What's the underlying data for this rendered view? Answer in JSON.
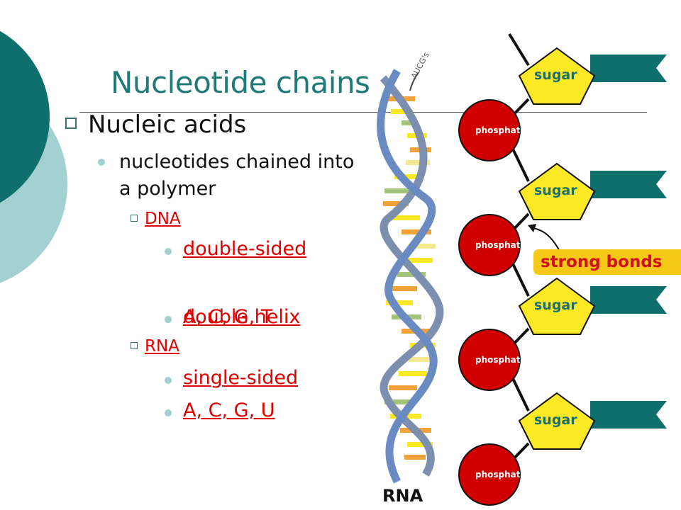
{
  "slide": {
    "title": "Nucleotide chains",
    "heading": "Nucleic acids",
    "subpoint": "nucleotides chained into a polymer",
    "groups": [
      {
        "label": "DNA",
        "items": [
          "double-sided",
          "double helix",
          "A, C, G, T"
        ]
      },
      {
        "label": "RNA",
        "items": [
          "single-sided",
          "A, C, G, U"
        ]
      }
    ]
  },
  "figure": {
    "helix_tag": "AUCG's",
    "helix_label": "RNA",
    "sugar_label": "sugar",
    "phosphate_label": "phosphate",
    "bond_callout": "strong bonds"
  },
  "colors": {
    "title": "#1f7a78",
    "accent_dark": "#0f6f6d",
    "accent_light": "#a3d0d0",
    "link_red": "#e00000",
    "sugar_yellow": "#fbe925",
    "phosphate_red": "#d00000",
    "callout_bg": "#f6c818"
  }
}
